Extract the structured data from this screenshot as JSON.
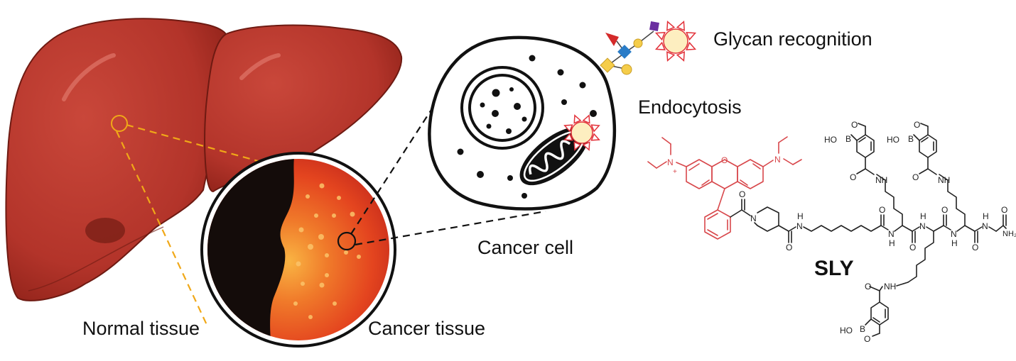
{
  "figure": {
    "labels": {
      "normal_tissue": "Normal tissue",
      "cancer_tissue": "Cancer tissue",
      "cancer_cell": "Cancer cell",
      "glycan_recognition": "Glycan recognition",
      "endocytosis": "Endocytosis",
      "compound_name": "SLY"
    },
    "colors": {
      "liver": "#b8372a",
      "liver_dark": "#7a1c14",
      "zoom_line_liver": "#f0a818",
      "normal_tissue_fill": "#140c0a",
      "cancer_tissue_fill": "#e8471f",
      "cancer_glow": "#f7a23a",
      "probe_fill": "#fdeec0",
      "probe_ray": "#e2323a",
      "rhodamine": "#d8474b",
      "glycan_fucose": "#d42a2a",
      "glycan_galactose": "#f5cd4a",
      "glycan_glcnac": "#2a7cc7",
      "glycan_galnac": "#f5cd4a",
      "glycan_sialic": "#6b2fa0"
    },
    "atoms": {
      "n_plus": "N",
      "plus": "+",
      "n": "N",
      "o": "O",
      "nh": "NH",
      "h": "H",
      "ho": "HO",
      "b": "B",
      "nh2": "NH₂"
    }
  }
}
